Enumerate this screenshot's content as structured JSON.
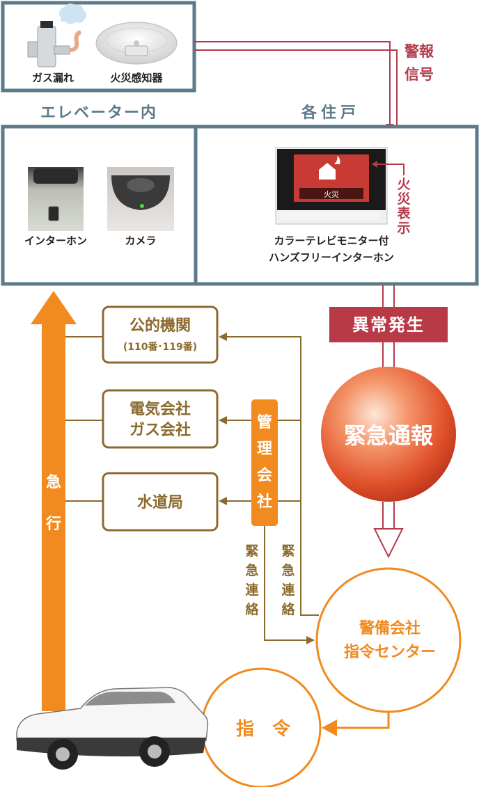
{
  "sensors": {
    "gas_leak": "ガス漏れ",
    "fire_detector": "火災感知器"
  },
  "signals": {
    "alarm_signal_line1": "警報",
    "alarm_signal_line2": "信号",
    "fire_display": [
      "火",
      "災",
      "表",
      "示"
    ]
  },
  "areas": {
    "elevator": "エレベーター内",
    "each_unit": "各住戸"
  },
  "devices": {
    "intercom": "インターホン",
    "camera": "カメラ",
    "monitor_screen_text": "火災",
    "monitor_line1": "カラーテレビモニター付",
    "monitor_line2": "ハンズフリーインターホン"
  },
  "flow": {
    "anomaly": "異常発生",
    "emergency_report": "緊急通報",
    "public_agency": "公的機関",
    "public_agency_sub": "(110番･119番)",
    "utility_line1": "電気会社",
    "utility_line2": "ガス会社",
    "waterworks": "水道局",
    "management_company": [
      "管",
      "理",
      "会",
      "社"
    ],
    "emergency_contact": [
      "緊",
      "急",
      "連",
      "絡"
    ],
    "security_center_line1": "警備会社",
    "security_center_line2": "指令センター",
    "command": "指　令",
    "rush": [
      "急",
      "行"
    ]
  },
  "colors": {
    "frame": "#5b7a8a",
    "alarm_red": "#b53b4b",
    "orange": "#f18a1f",
    "brown": "#8b6a2e",
    "anomaly_bg": "#b73a46"
  }
}
